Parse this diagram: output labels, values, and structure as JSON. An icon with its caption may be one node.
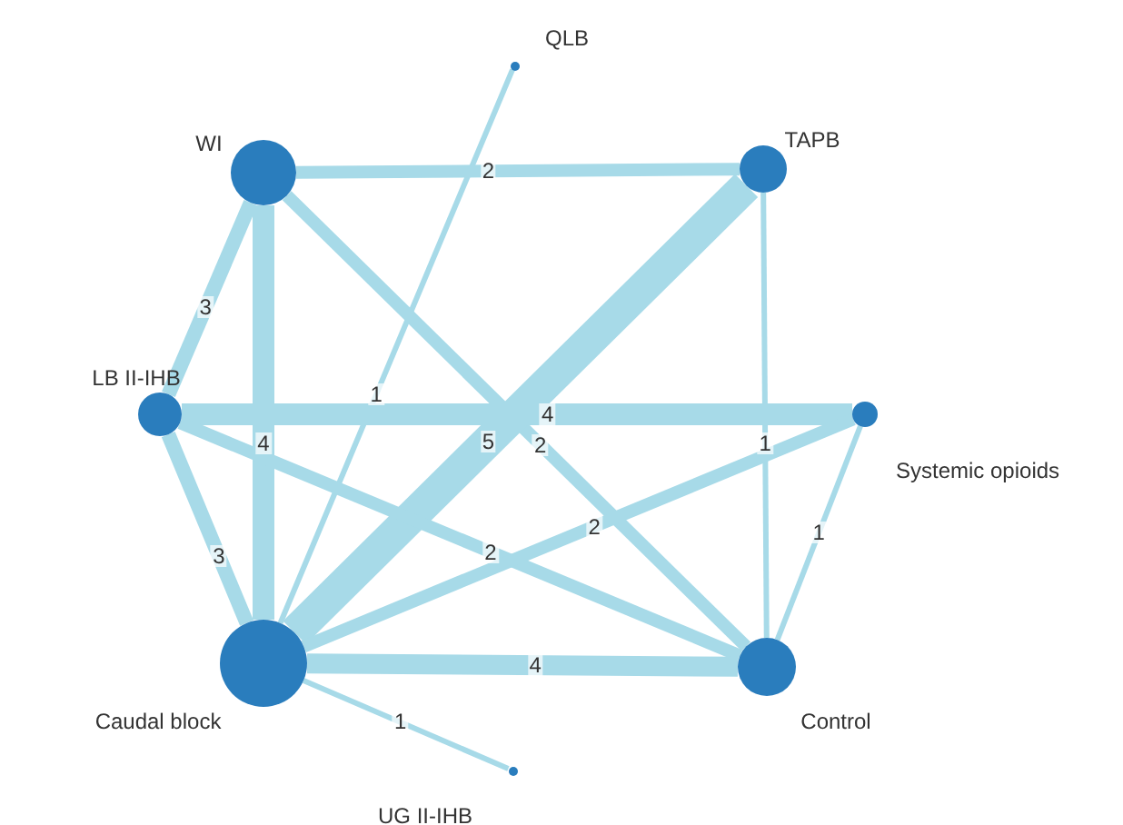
{
  "diagram": {
    "nodes": [
      {
        "text": [
          "QLB"
        ]
      },
      {
        "text": [
          "WI"
        ]
      },
      {
        "text": [
          "TAPB"
        ]
      },
      {
        "text": [
          "LB II-IHB"
        ]
      },
      {
        "text": [
          "Systemic opioids"
        ]
      },
      {
        "text": [
          "Caudal block"
        ]
      },
      {
        "text": [
          "Control"
        ]
      },
      {
        "text": [
          "UG II-IHB"
        ]
      }
    ],
    "edges": [
      {
        "from": 0,
        "to": 5,
        "arrow": "none",
        "label": "1"
      },
      {
        "from": 1,
        "to": 2,
        "arrow": "none",
        "label": "2"
      },
      {
        "from": 1,
        "to": 3,
        "arrow": "none",
        "label": "3"
      },
      {
        "from": 1,
        "to": 5,
        "arrow": "none",
        "label": "4"
      },
      {
        "from": 1,
        "to": 6,
        "arrow": "none",
        "label": "2"
      },
      {
        "from": 2,
        "to": 5,
        "arrow": "none",
        "label": "5",
        "style": "thick"
      },
      {
        "from": 2,
        "to": 6,
        "arrow": "none",
        "label": "1"
      },
      {
        "from": 3,
        "to": 4,
        "arrow": "none",
        "label": "4"
      },
      {
        "from": 3,
        "to": 5,
        "arrow": "none",
        "label": "3"
      },
      {
        "from": 3,
        "to": 6,
        "arrow": "none",
        "label": "2"
      },
      {
        "from": 4,
        "to": 5,
        "arrow": "none",
        "label": "2"
      },
      {
        "from": 4,
        "to": 6,
        "arrow": "none",
        "label": "1"
      },
      {
        "from": 5,
        "to": 6,
        "arrow": "none",
        "label": "4"
      },
      {
        "from": 5,
        "to": 7,
        "arrow": "none",
        "label": "1"
      }
    ]
  }
}
